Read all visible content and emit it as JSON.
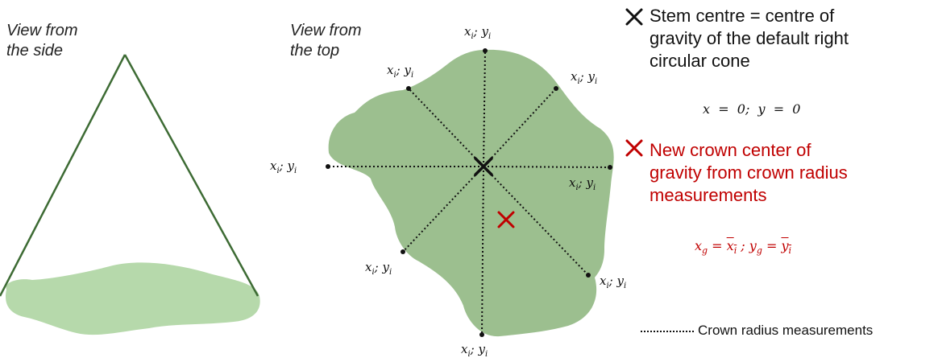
{
  "side_view": {
    "label_line1": "View from",
    "label_line2": "the side"
  },
  "top_view": {
    "label_line1": "View from",
    "label_line2": "the top"
  },
  "coordinate_label": {
    "var_x": "x",
    "var_y": "y",
    "sub": "i",
    "sep": "; "
  },
  "legend": {
    "stem": {
      "line1": "Stem centre = centre of",
      "line2": "gravity of the default right",
      "line3": "circular cone",
      "formula": "x  =  0;  y  =  0"
    },
    "crown": {
      "line1": "New crown center of",
      "line2": "gravity from crown radius",
      "line3": "measurements"
    },
    "crown_formula": {
      "xg": "x",
      "g": "g",
      "eq": " = ",
      "xi": "x",
      "i": "i",
      "sep": " ; ",
      "yg": "y",
      "yi": "y"
    },
    "radius_line": "Crown radius measurements"
  },
  "colors": {
    "crown_fill": "#9cbf8f",
    "shadow_fill": "#b6d9ab",
    "cone_line": "#3d6b34",
    "red": "#c00000",
    "black": "#111111"
  }
}
